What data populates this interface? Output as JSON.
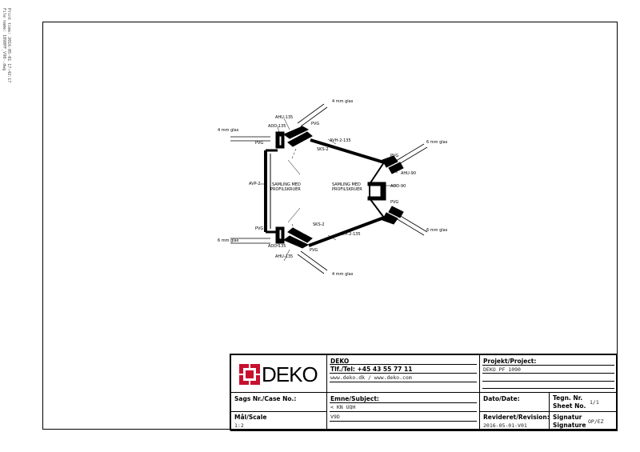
{
  "print_info": {
    "line1": "Print time: 2016-05-01 17:42:17",
    "line2": "File name: 1090PF_V90-.dwg"
  },
  "drawing_labels": {
    "glass_4mm_top": "4 mm glas",
    "glass_4mm_left": "4 mm glas",
    "glass_6mm_left": "6 mm glas",
    "glass_6mm_right_top": "6 mm glas",
    "glass_6mm_right_bottom": "6 mm glas",
    "glass_4mm_bottom": "4 mm glas",
    "ahu_135_top": "AHU-135",
    "add_135_top": "ADD-135",
    "pvg_top_1": "PVG",
    "pvg_top_2": "PVG",
    "avh_2_135_top": "AVH-2-135",
    "sks_2_top": "SKS-2",
    "pvg_right_top": "PVG",
    "ahu_90": "AHU-90",
    "add_90": "ADD-90",
    "pvg_right_bottom": "PVG",
    "avp_2": "AVP-2",
    "samling_left_1": "SAMLING MED",
    "samling_left_2": "PROFILSKRUER",
    "samling_right_1": "SAMLING MED",
    "samling_right_2": "PROFILSKRUER",
    "sks_2_bottom": "SKS-2",
    "avh_2_135_bottom": "AVH-2-135",
    "pvg_bottom_1": "PVG",
    "add_135_bottom": "ADD-135",
    "pvg_bottom_2": "PVG",
    "ahu_135_bottom": "AHU-135"
  },
  "title_block": {
    "logo_text": "DEKO",
    "company": "DEKO",
    "phone": "Tlf./Tel: +45 43 55 77 11",
    "web": "www.deko.dk / www.deko.com",
    "project_label": "Projekt/Project:",
    "project_value": "DEKO PF 1090",
    "case_label": "Sags Nr./Case No.:",
    "subject_label": "Emne/Subject:",
    "subject_value_1": "< KN UQH",
    "subject_value_2": "V9D",
    "date_label": "Dato/Date:",
    "sheet_label_1": "Tegn. Nr.",
    "sheet_label_2": "Sheet No.",
    "sheet_value": "1/1",
    "scale_label": "Mål/Scale",
    "scale_value": "1:2",
    "revision_label": "Revideret/Revision:",
    "revision_value": "2016-05-01-V01",
    "signature_label_1": "Signatur",
    "signature_label_2": "Signature",
    "signature_value": "OP/EZ"
  },
  "colors": {
    "logo_red": "#c8102e",
    "line": "#000000"
  }
}
